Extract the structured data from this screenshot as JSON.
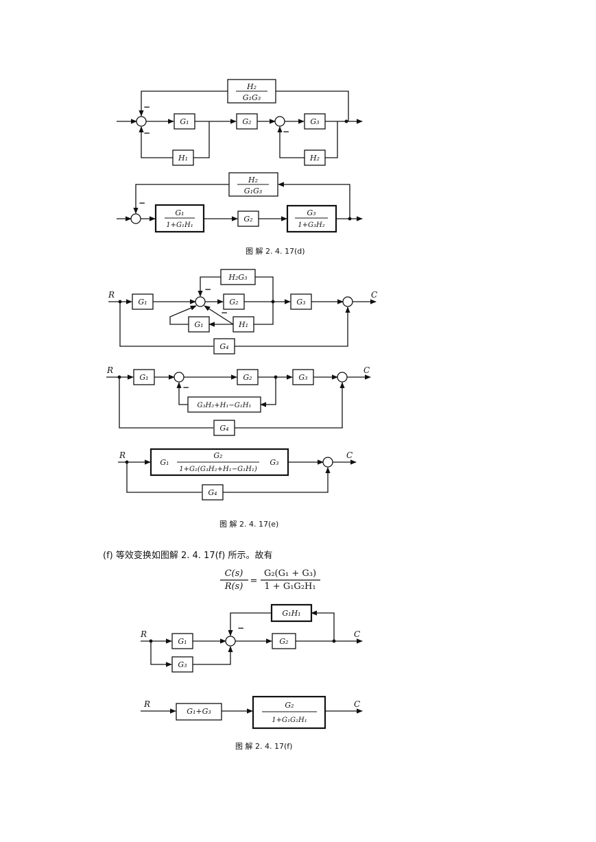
{
  "diagram_d": {
    "upper": {
      "blocks": {
        "fb_top": "H₂ / G₁G₃",
        "g1": "G₁",
        "g2": "G₂",
        "g3": "G₃",
        "h1": "H₁",
        "h2": "H₂"
      }
    },
    "lower": {
      "blocks": {
        "fb_top": "H₂ / G₁G₃",
        "b1": "G₁ / (1+G₁H₁)",
        "b2": "G₂",
        "b3": "G₃ / (1+G₃H₂)"
      }
    },
    "caption": "图 解 2. 4. 17(d)"
  },
  "diagram_e": {
    "part1": {
      "input": "R",
      "output": "C",
      "blocks": {
        "g1": "G₁",
        "g2": "G₂",
        "g3": "G₃",
        "g4": "G₄",
        "h1": "H₁",
        "h2g3": "H₂G₃",
        "g1b": "G₁"
      }
    },
    "part2": {
      "input": "R",
      "output": "C",
      "blocks": {
        "g1": "G₁",
        "g2": "G₂",
        "g3": "G₃",
        "g4": "G₄",
        "fb": "G₃H₂+H₁−G₁H₁"
      }
    },
    "part3": {
      "input": "R",
      "output": "C",
      "blocks": {
        "g1": "G₁",
        "mid_num": "G₂",
        "mid_den": "1+G₂(G₃H₂+H₁−G₁H₁)",
        "g3": "G₃",
        "g4": "G₄"
      }
    },
    "caption": "图 解 2. 4. 17(e)"
  },
  "section_f": {
    "text": "(f) 等效变换如图解 2. 4. 17(f) 所示。故有",
    "equation": {
      "lhs_num": "C(s)",
      "lhs_den": "R(s)",
      "rhs_num": "G₂(G₁ + G₃)",
      "rhs_den": "1 + G₁G₂H₁"
    }
  },
  "diagram_f": {
    "part1": {
      "input": "R",
      "output": "C",
      "blocks": {
        "g1h1": "G₁H₁",
        "g1": "G₁",
        "g3": "G₃",
        "g2": "G₂"
      }
    },
    "part2": {
      "input": "R",
      "output": "C",
      "blocks": {
        "sum": "G₁+G₃",
        "num": "G₂",
        "den": "1+G₁G₂H₁"
      }
    },
    "caption": "图 解 2. 4. 17(f)"
  }
}
